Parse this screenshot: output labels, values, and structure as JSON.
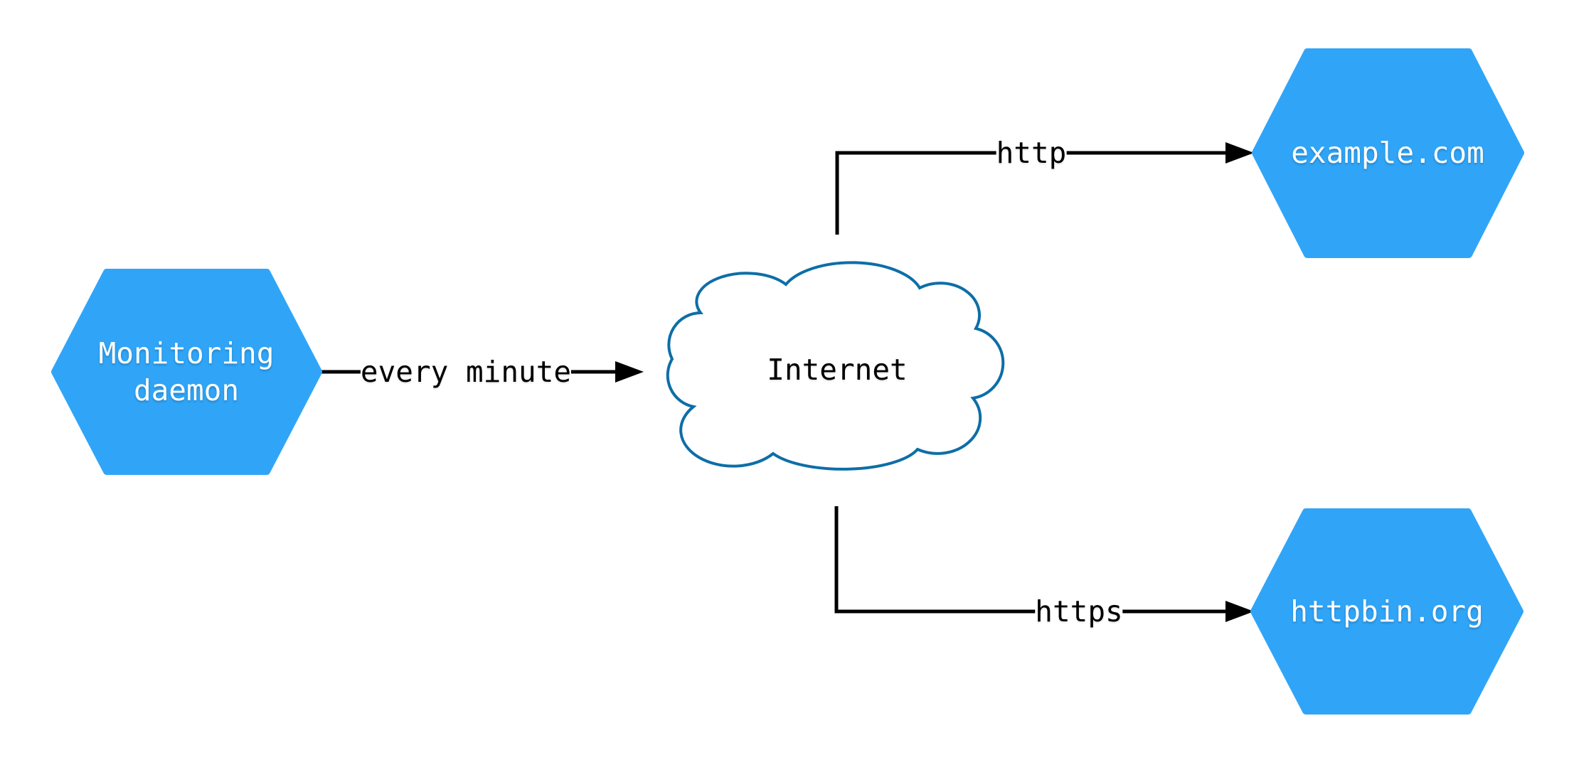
{
  "diagram": {
    "nodes": {
      "monitoring_daemon": {
        "label": "Monitoring\ndaemon",
        "shape": "hexagon"
      },
      "internet": {
        "label": "Internet",
        "shape": "cloud"
      },
      "example_com": {
        "label": "example.com",
        "shape": "hexagon"
      },
      "httpbin_org": {
        "label": "httpbin.org",
        "shape": "hexagon"
      }
    },
    "edges": [
      {
        "from": "monitoring_daemon",
        "to": "internet",
        "label": "every minute"
      },
      {
        "from": "internet",
        "to": "example_com",
        "label": "http"
      },
      {
        "from": "internet",
        "to": "httpbin_org",
        "label": "https"
      }
    ],
    "colors": {
      "node_fill": "#30A5F8",
      "node_text": "#FFFFFF",
      "cloud_stroke": "#0D6EA7",
      "cloud_fill": "#FFFFFF",
      "line": "#000000",
      "label_text": "#000000",
      "background": "#FFFFFF"
    }
  }
}
